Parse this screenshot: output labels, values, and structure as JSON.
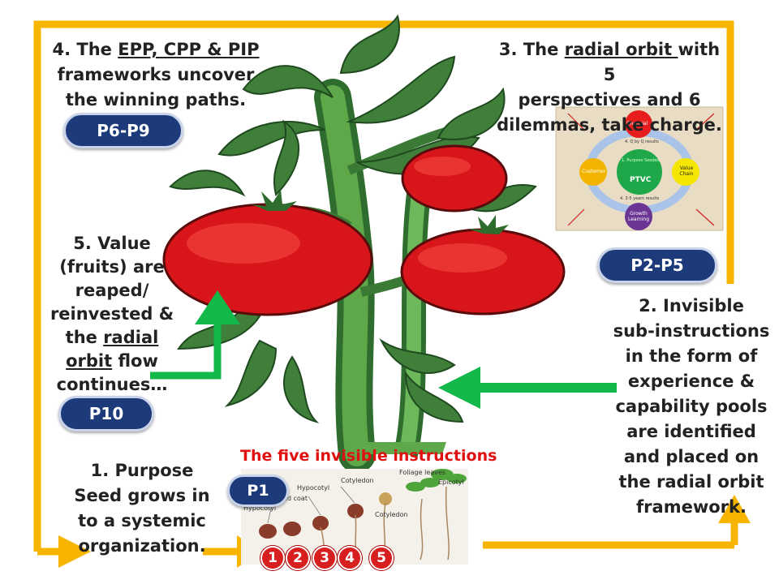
{
  "steps": {
    "step4": {
      "line1_pre": "4. The ",
      "line1_u": "EPP, CPP & PIP",
      "line2": "frameworks uncover",
      "line3": "the winning paths."
    },
    "step3": {
      "line1_pre": "3. The ",
      "line1_u": "radial orbit ",
      "line1_post": "with 5",
      "line2": "perspectives and 6",
      "line3": "dilemmas, take charge."
    },
    "step5": {
      "line1": "5. Value",
      "line2": "(fruits) are",
      "line3": "reaped/",
      "line4": "reinvested  &",
      "line5_pre": "the ",
      "line5_u": "radial",
      "line6_u": "orbit",
      "line6_post": " flow",
      "line7": "continues…"
    },
    "step2": {
      "line1": "2. Invisible",
      "line2": "sub-instructions",
      "line3": "in the form of",
      "line4": "experience &",
      "line5": "capability pools",
      "line6": "are identified",
      "line7": "and placed on",
      "line8": "the radial orbit",
      "line9": "framework."
    },
    "step1": {
      "line1": "1. Purpose",
      "line2": "Seed grows in",
      "line3": "to a systemic",
      "line4": "organization."
    }
  },
  "badges": {
    "p6p9": "P6-P9",
    "p2p5": "P2-P5",
    "p10": "P10",
    "p1": "P1"
  },
  "instructions": {
    "title": "The five invisible instructions",
    "numbers": [
      "1",
      "2",
      "3",
      "4",
      "5"
    ]
  },
  "seed_diagram_labels": {
    "foliage": "Foliage leaves",
    "epicotyl": "Epicotyl",
    "hypocotyl": "Hypocotyl",
    "cotyledon": "Cotyledon",
    "seed_coat": "seed coat",
    "hypocotyl2": "Hypocotyl",
    "cotyledon2": "Cotyledon"
  },
  "orbit_image": {
    "top": "Financial",
    "left": "Customer",
    "right": "Value Chain",
    "bottom": "Growth Learning",
    "center": "PTVC",
    "center_top": "1. Purpose Seeded",
    "inner_top": "4. Q by Q results",
    "inner_bottom": "4. 3-5 years results"
  },
  "colors": {
    "frame": "#f7b500",
    "arrow": "#12b84a",
    "badge": "#1d3a7a",
    "title_red": "#e01010"
  }
}
